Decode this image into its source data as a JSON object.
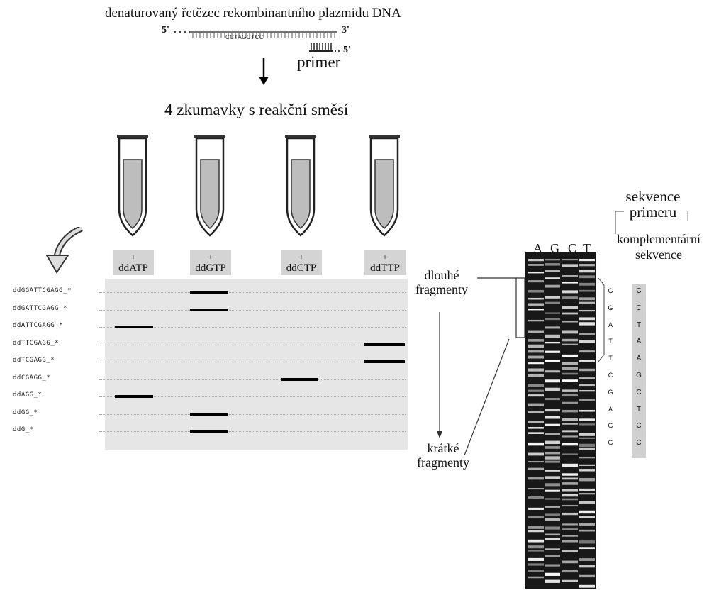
{
  "top_title": "denaturovaný řetězec rekombinantního plazmidu DNA",
  "strand": {
    "left_end": "5'",
    "right_end": "3'",
    "insert_seq": "CCTAGCTCC",
    "primer_end": "5'",
    "primer_label": "primer"
  },
  "tubes_title": "4 zkumavky s reakční směsí",
  "reactions": [
    {
      "plus": "+",
      "label": "ddATP"
    },
    {
      "plus": "+",
      "label": "ddGTP"
    },
    {
      "plus": "+",
      "label": "ddCTP"
    },
    {
      "plus": "+",
      "label": "ddTTP"
    }
  ],
  "fragments": [
    {
      "label": "ddGGATTCGAGG_*",
      "lane": 1
    },
    {
      "label": "ddGATTCGAGG_*",
      "lane": 1
    },
    {
      "label": "ddATTCGAGG_*",
      "lane": 0
    },
    {
      "label": "ddTTCGAGG_*",
      "lane": 3
    },
    {
      "label": "ddTCGAGG_*",
      "lane": 3
    },
    {
      "label": "ddCGAGG_*",
      "lane": 2
    },
    {
      "label": "ddAGG_*",
      "lane": 0
    },
    {
      "label": "ddGG_*",
      "lane": 1
    },
    {
      "label": "ddG_*",
      "lane": 1
    }
  ],
  "long_fragments": "dlouhé fragmenty",
  "short_fragments": "krátké fragmenty",
  "gel_lanes": [
    "A",
    "G",
    "C",
    "T"
  ],
  "primer_sequence_title": "sekvence primeru",
  "complementary_title": "komplementární sekvence",
  "read_sequence": [
    "G",
    "G",
    "A",
    "T",
    "T",
    "C",
    "G",
    "A",
    "G",
    "G"
  ],
  "complementary_sequence": [
    "C",
    "C",
    "T",
    "A",
    "A",
    "G",
    "C",
    "T",
    "C",
    "C"
  ],
  "colors": {
    "gel_bg": "#181818",
    "panel_bg": "#e6e6e6",
    "band": "#000000",
    "label_bg": "#d4d4d4"
  }
}
